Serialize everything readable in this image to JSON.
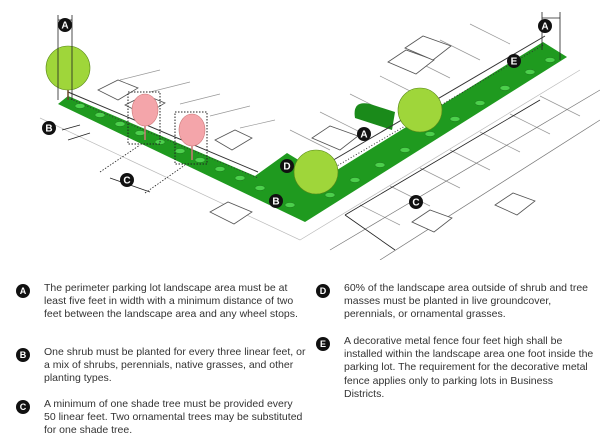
{
  "diagram": {
    "markers": [
      "A",
      "B",
      "C",
      "D",
      "E"
    ],
    "colors": {
      "landscape": "#1f9a1f",
      "shrub": "#3fc43f",
      "shade_tree": "#9fd63a",
      "ornamental_tree": "#f4a5aa",
      "marker": "#111111"
    }
  },
  "notes": [
    {
      "letter": "A",
      "text": "The perimeter parking lot landscape area must be at least five feet in width with a minimum distance of two feet between the landscape area and any wheel stops."
    },
    {
      "letter": "B",
      "text": "One shrub must be planted for every three linear feet, or a mix of shrubs, perennials, native grasses, and other planting types."
    },
    {
      "letter": "C",
      "text": "A minimum of one shade tree must be provided every 50 linear feet. Two ornamental trees may be substituted for one shade tree."
    },
    {
      "letter": "D",
      "text": "60% of the landscape area outside of shrub and tree masses must be planted in live groundcover, perennials, or ornamental grasses."
    },
    {
      "letter": "E",
      "text": "A decorative metal fence four feet high shall be installed within the landscape area one foot inside the parking lot. The requirement for the decorative metal fence applies only to parking lots in Business Districts."
    }
  ]
}
